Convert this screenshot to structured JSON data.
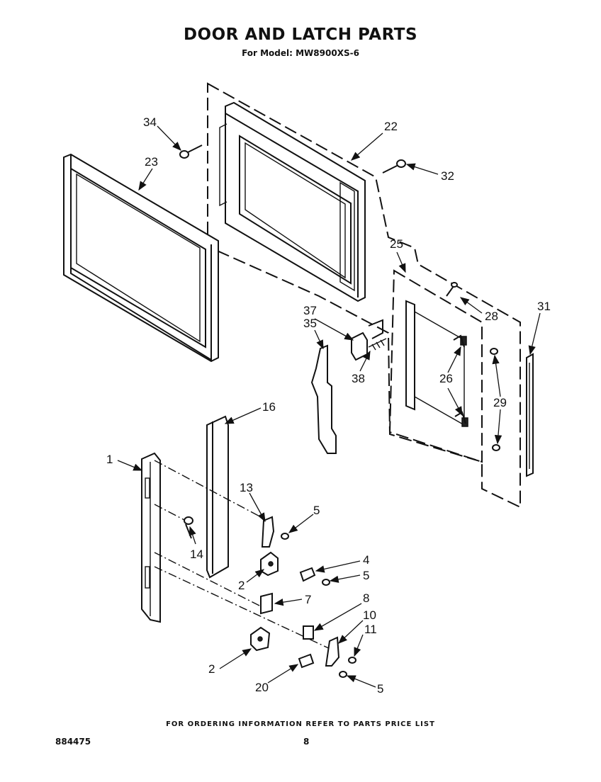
{
  "header": {
    "title": "DOOR AND LATCH PARTS",
    "subtitle": "For Model: MW8900XS-6"
  },
  "callouts": [
    "34",
    "23",
    "22",
    "32",
    "25",
    "28",
    "31",
    "37",
    "35",
    "38",
    "26",
    "29",
    "16",
    "1",
    "13",
    "5",
    "14",
    "4",
    "5",
    "2",
    "7",
    "8",
    "10",
    "11",
    "2",
    "20",
    "5"
  ],
  "footer": {
    "note": "FOR ORDERING INFORMATION REFER TO PARTS PRICE LIST",
    "doc_number": "884475",
    "page_number": "8"
  }
}
